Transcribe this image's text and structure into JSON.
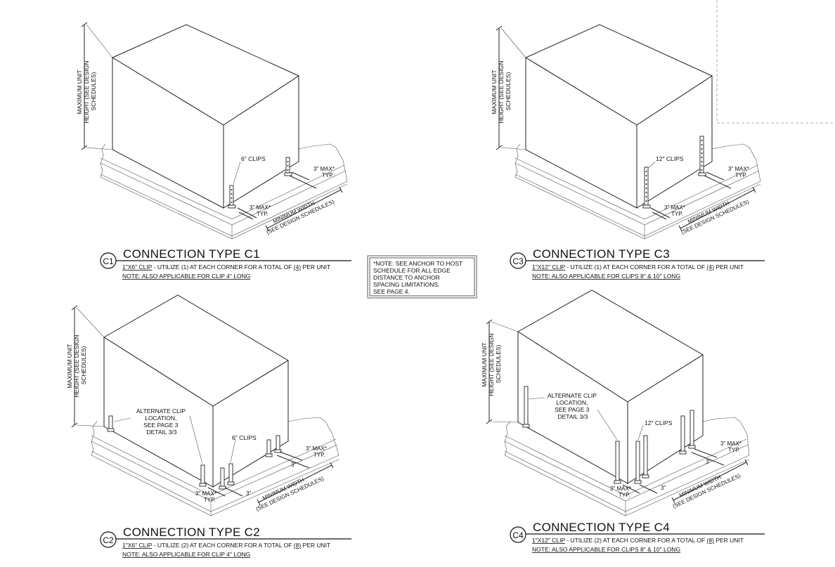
{
  "note": {
    "lines": [
      "*NOTE: SEE ANCHOR TO HOST",
      "SCHEDULE FOR ALL EDGE",
      "DISTANCE TO ANCHOR",
      "SPACING LIMITATIONS.",
      "SEE PAGE 4."
    ]
  },
  "common": {
    "height_label": [
      "MAXIMUM UNIT",
      "HEIGHT (SEE DESIGN",
      "SCHEDULES)"
    ],
    "width_label": [
      "MINIMUM WIDTH",
      "(SEE DESIGN SCHEDULES)"
    ],
    "max_typ": [
      "3\" MAX*",
      "TYP."
    ],
    "three_in": "3\"",
    "alt_clip": [
      "ALTERNATE CLIP",
      "LOCATION,",
      "SEE PAGE 3",
      "DETAIL 3/3"
    ]
  },
  "details": {
    "c1": {
      "badge": "C1",
      "title": "CONNECTION TYPE C1",
      "clip": "1\"X6\" CLIP",
      "desc_pre": " - UTILIZE (1) AT EACH CORNER FOR A TOTAL OF ",
      "count": "(4)",
      "desc_post": " PER UNIT",
      "note": "NOTE: ALSO APPLICABLE FOR CLIP 4\" LONG",
      "clip_label": "6\" CLIPS"
    },
    "c2": {
      "badge": "C2",
      "title": "CONNECTION TYPE C2",
      "clip": "1\"X6\" CLIP",
      "desc_pre": " - UTILIZE (2) AT EACH CORNER FOR A TOTAL OF ",
      "count": "(8)",
      "desc_post": " PER UNIT",
      "note": "NOTE: ALSO APPLICABLE FOR CLIP 4\" LONG",
      "clip_label": "6\" CLIPS"
    },
    "c3": {
      "badge": "C3",
      "title": "CONNECTION TYPE C3",
      "clip": "1\"X12\" CLIP",
      "desc_pre": " - UTILIZE (1) AT EACH CORNER FOR A TOTAL OF ",
      "count": "(4)",
      "desc_post": " PER UNIT",
      "note": "NOTE: ALSO APPLICABLE FOR CLIPS 8\" & 10\" LONG",
      "clip_label": "12\" CLIPS"
    },
    "c4": {
      "badge": "C4",
      "title": "CONNECTION TYPE C4",
      "clip": "1\"X12\" CLIP",
      "desc_pre": " - UTILIZE (2) AT EACH CORNER FOR A TOTAL OF ",
      "count": "(8)",
      "desc_post": " PER UNIT",
      "note": "NOTE: ALSO APPLICABLE FOR CLIPS 8\" & 10\" LONG",
      "clip_label": "12\" CLIPS"
    }
  }
}
